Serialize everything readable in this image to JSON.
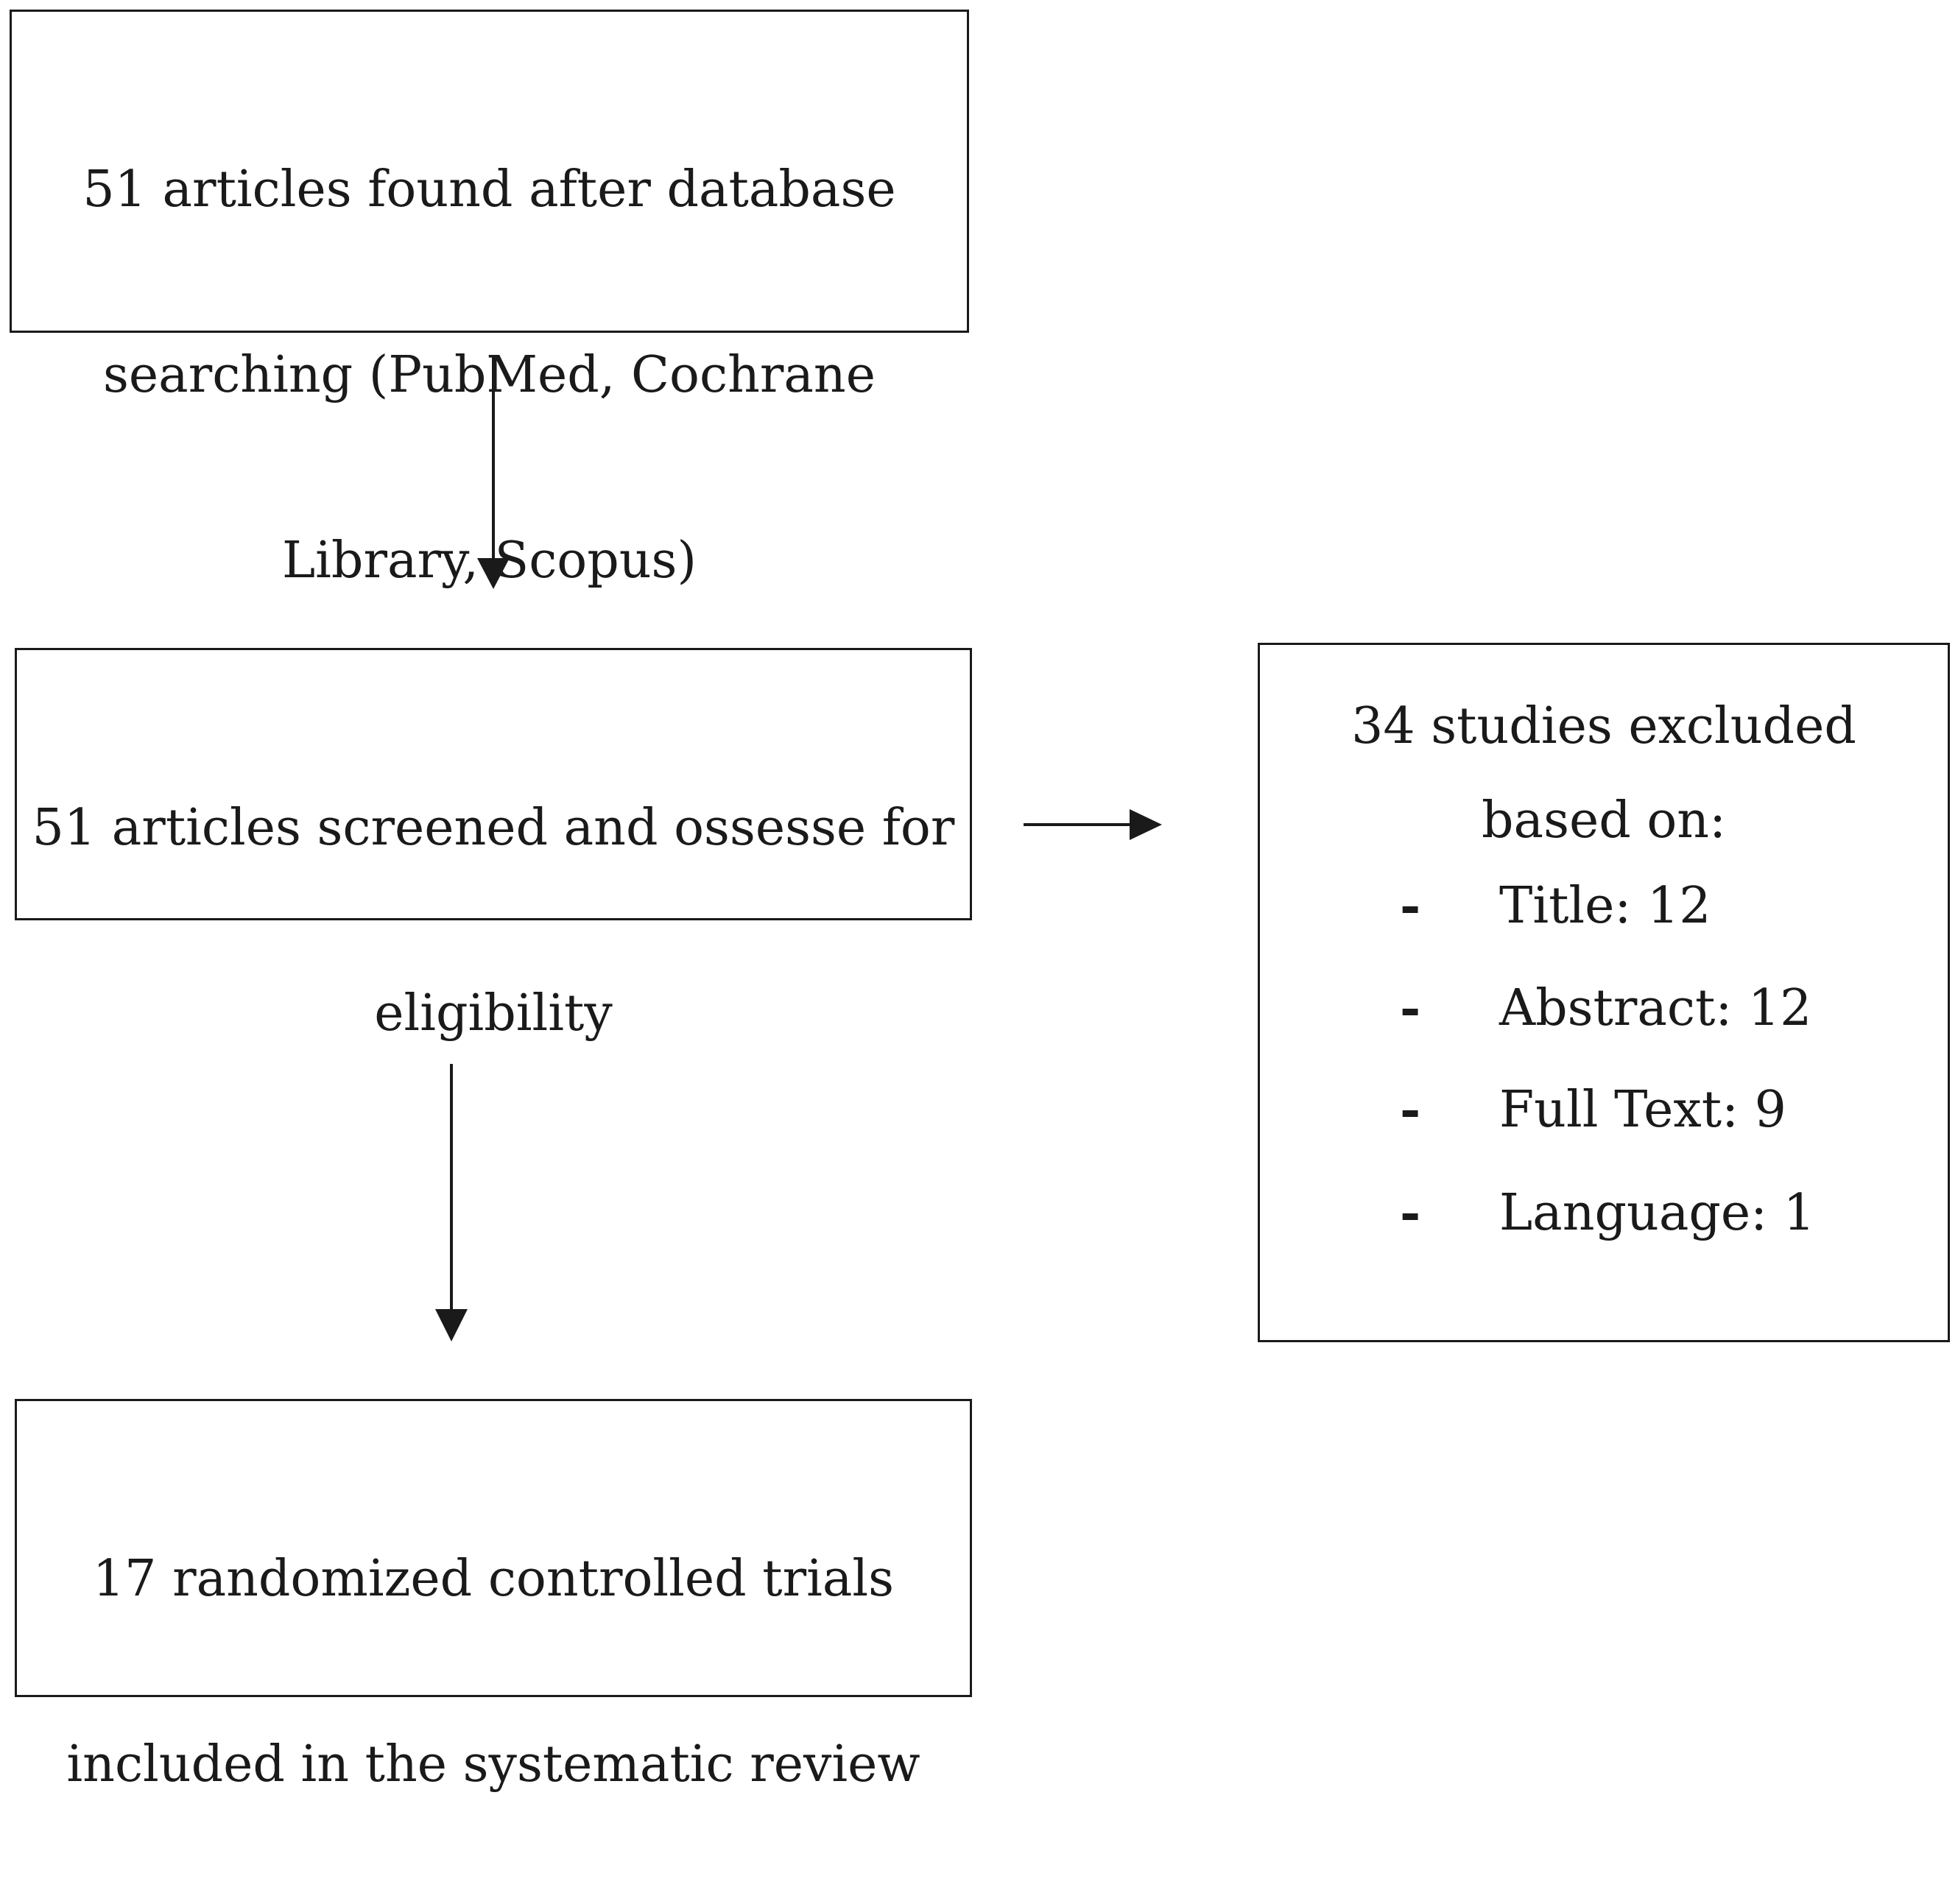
{
  "nodes": {
    "search": {
      "lines": [
        "51 articles found after database",
        "searching (PubMed, Cochrane",
        "Library, Scopus)"
      ]
    },
    "screening": {
      "lines": [
        "51 articles screened and ossesse for",
        "eligibility"
      ]
    },
    "excluded": {
      "heading_line1": "34 studies excluded",
      "heading_line2": "based on:",
      "items": [
        {
          "bullet": "-",
          "label": "Title: 12"
        },
        {
          "bullet": "-",
          "label": "Abstract: 12"
        },
        {
          "bullet": "-",
          "label": "Full Text: 9"
        },
        {
          "bullet": "-",
          "label": "Language: 1"
        }
      ]
    },
    "included": {
      "lines": [
        "17 randomized controlled trials",
        "included in the systematic review"
      ]
    }
  },
  "edges": [
    {
      "from": "search",
      "to": "screening"
    },
    {
      "from": "screening",
      "to": "excluded"
    },
    {
      "from": "screening",
      "to": "included"
    }
  ],
  "colors": {
    "line": "#1a1a1a",
    "background": "#ffffff"
  }
}
